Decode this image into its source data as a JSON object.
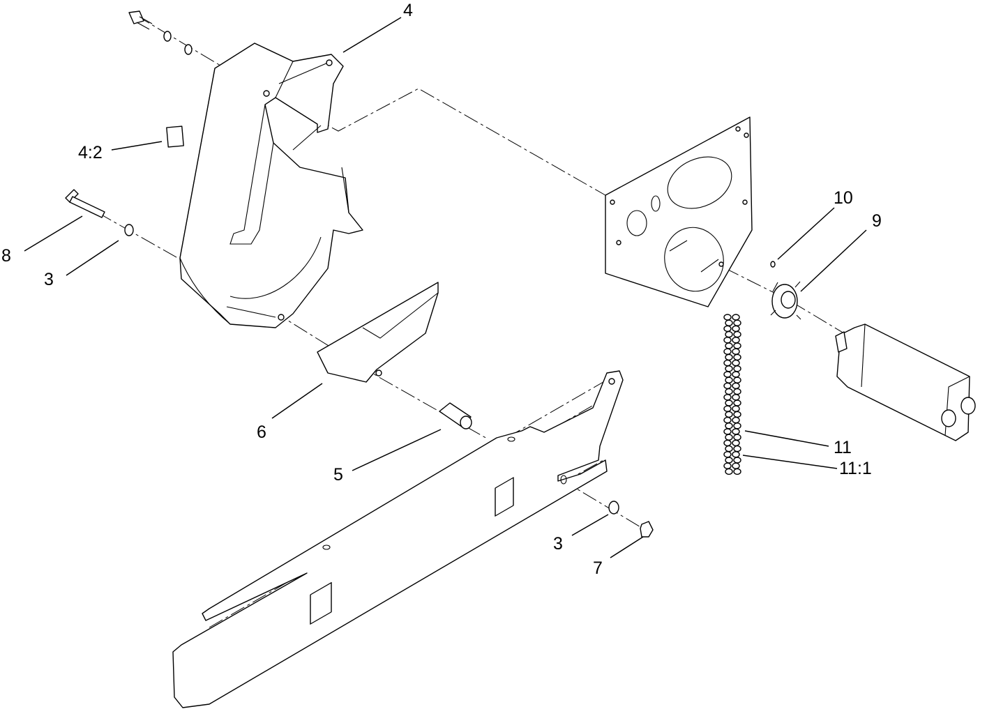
{
  "diagram": {
    "type": "exploded-parts-view",
    "callouts": [
      {
        "id": "c4",
        "text": "4"
      },
      {
        "id": "c42",
        "text": "4:2"
      },
      {
        "id": "c8",
        "text": "8"
      },
      {
        "id": "c3a",
        "text": "3"
      },
      {
        "id": "c6",
        "text": "6"
      },
      {
        "id": "c5",
        "text": "5"
      },
      {
        "id": "c10",
        "text": "10"
      },
      {
        "id": "c9",
        "text": "9"
      },
      {
        "id": "c11",
        "text": "11"
      },
      {
        "id": "c111",
        "text": "11:1"
      },
      {
        "id": "c3b",
        "text": "3"
      },
      {
        "id": "c7",
        "text": "7"
      }
    ]
  }
}
